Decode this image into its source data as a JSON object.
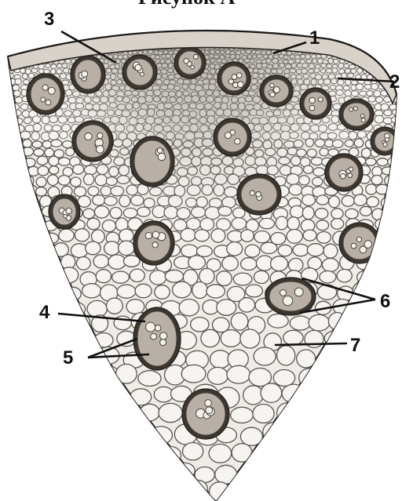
{
  "title": "Рисунок А",
  "labels": [
    {
      "id": "1",
      "text": "1"
    },
    {
      "id": "2",
      "text": "2"
    },
    {
      "id": "3",
      "text": "3"
    },
    {
      "id": "4",
      "text": "4"
    },
    {
      "id": "5",
      "text": "5"
    },
    {
      "id": "6",
      "text": "6"
    },
    {
      "id": "7",
      "text": "7"
    }
  ],
  "colors": {
    "ink": "#111111",
    "cell_wall": "#5a5550",
    "cell_fill": "#f6f4f0",
    "bundle_dark": "#3c3631",
    "bundle_fill": "#b8afa6",
    "epidermis": "#cfc9c2"
  }
}
